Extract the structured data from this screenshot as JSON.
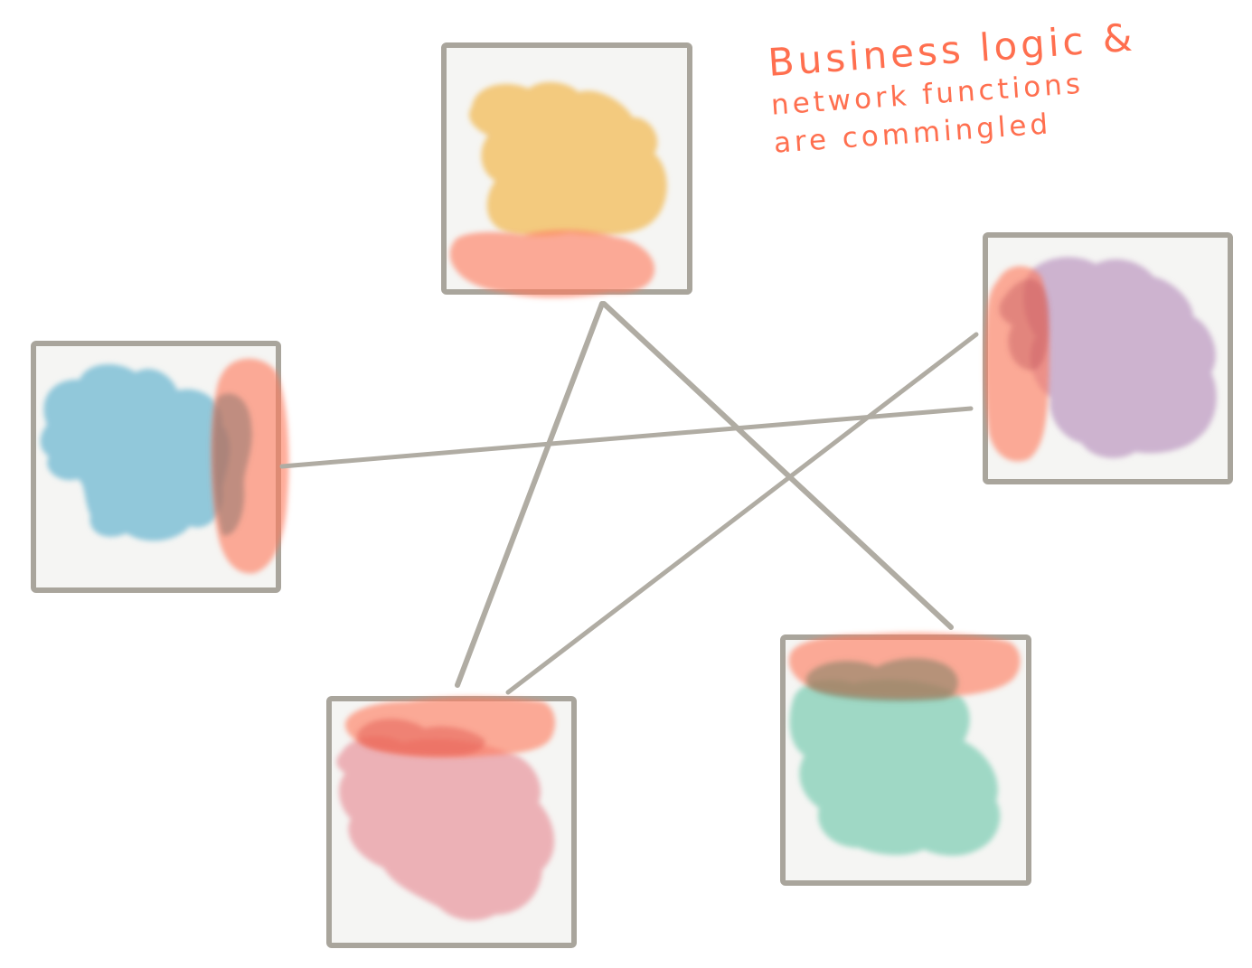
{
  "annotation": {
    "line1": "Business logic &",
    "line2": "network functions",
    "line3": "are commingled"
  },
  "colors": {
    "background": "#ffffff",
    "box_fill": "#f5f5f3",
    "box_border": "#a9a59c",
    "connector": "#b0aca3",
    "network_function": "#ff7a5c",
    "annotation_text": "#ff6f4f",
    "service_top": "#f2c26a",
    "service_left": "#7fbfd6",
    "service_right": "#c5a7c9",
    "service_bottom_left": "#eba6ab",
    "service_bottom_right": "#8fd4bd"
  },
  "services": [
    {
      "id": "top",
      "color_key": "service_top",
      "network_side": "bottom"
    },
    {
      "id": "left",
      "color_key": "service_left",
      "network_side": "right"
    },
    {
      "id": "right",
      "color_key": "service_right",
      "network_side": "left"
    },
    {
      "id": "bottom-left",
      "color_key": "service_bottom_left",
      "network_side": "top"
    },
    {
      "id": "bottom-right",
      "color_key": "service_bottom_right",
      "network_side": "top"
    }
  ],
  "connections": [
    [
      "left",
      "right"
    ],
    [
      "top",
      "bottom-left"
    ],
    [
      "top",
      "bottom-right"
    ],
    [
      "right",
      "bottom-left"
    ]
  ]
}
